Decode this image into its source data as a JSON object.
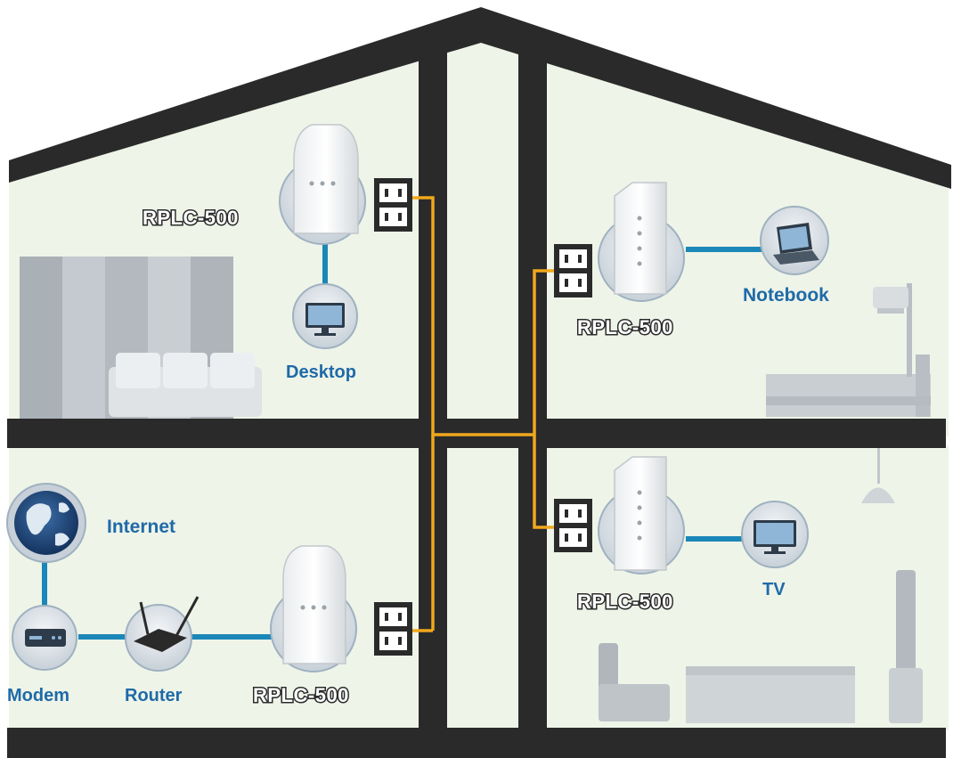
{
  "labels": {
    "adapter": "RPLC-500",
    "desktop": "Desktop",
    "notebook": "Notebook",
    "internet": "Internet",
    "modem": "Modem",
    "router": "Router",
    "tv": "TV"
  },
  "icons": {
    "adapter": "powerline-adapter-icon",
    "outlet": "wall-outlet-icon",
    "desktop": "desktop-monitor-icon",
    "notebook": "laptop-icon",
    "internet": "globe-icon",
    "modem": "modem-icon",
    "router": "router-icon",
    "tv": "tv-icon"
  },
  "colors": {
    "walls": "#2a2a2a",
    "room_bg": "#eef4e8",
    "powerline": "#f0a81c",
    "ethernet": "#1b87b8",
    "label_blue": "#1f6aa8",
    "furniture": "#c9ced2"
  }
}
